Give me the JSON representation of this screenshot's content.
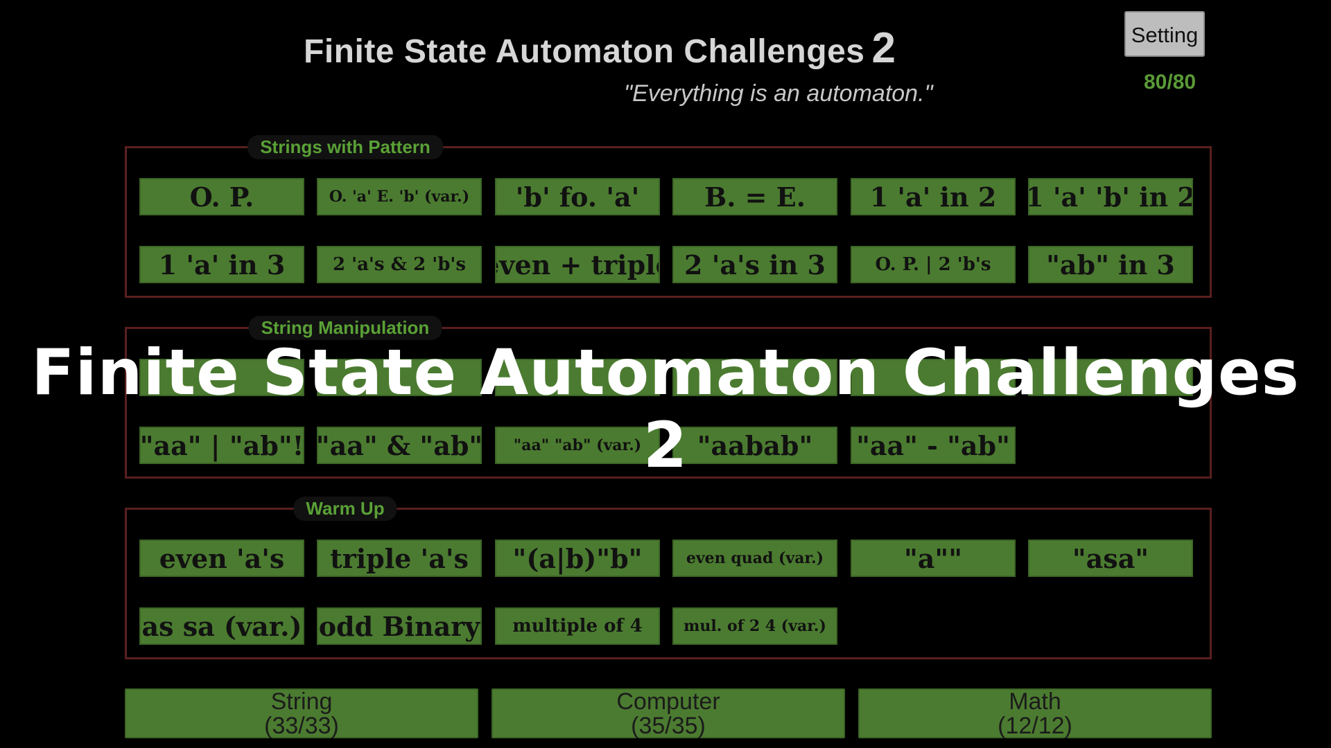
{
  "header": {
    "title": "Finite State Automaton Challenges",
    "title_number": "2",
    "tagline": "\"Everything is an automaton.\"",
    "setting_label": "Setting",
    "progress": "80/80"
  },
  "sections": [
    {
      "label": "Strings with Pattern",
      "levels": [
        {
          "label": "O. P.",
          "difficulty": "•"
        },
        {
          "label": "O. 'a' E. 'b' (var.)",
          "difficulty": "••"
        },
        {
          "label": "'b' fo. 'a'",
          "difficulty": "•"
        },
        {
          "label": "B. = E.",
          "difficulty": "•"
        },
        {
          "label": "1 'a' in 2",
          "difficulty": "•"
        },
        {
          "label": "1 'a' 'b' in 2",
          "difficulty": "•••"
        },
        {
          "label": "1 'a' in 3",
          "difficulty": "••"
        },
        {
          "label": "2 'a's & 2 'b's",
          "difficulty": "••"
        },
        {
          "label": "even + triple",
          "difficulty": "•••"
        },
        {
          "label": "2 'a's in 3",
          "difficulty": "•••"
        },
        {
          "label": "O. P. | 2 'b's",
          "difficulty": "••••"
        },
        {
          "label": "\"ab\" in 3",
          "difficulty": "••••"
        }
      ]
    },
    {
      "label": "String Manipulation",
      "levels": [
        {
          "label": "",
          "difficulty": ""
        },
        {
          "label": "",
          "difficulty": ""
        },
        {
          "label": "",
          "difficulty": "••••"
        },
        {
          "label": "",
          "difficulty": "•"
        },
        {
          "label": "",
          "difficulty": ""
        },
        {
          "label": "",
          "difficulty": "••"
        },
        {
          "label": "\"aa\" | \"ab\"!",
          "difficulty": "•••"
        },
        {
          "label": "\"aa\" & \"ab\"",
          "difficulty": "•••"
        },
        {
          "label": "\"aa\" \"ab\" (var.)",
          "difficulty": "•••"
        },
        {
          "label": "\"aabab\"",
          "difficulty": "•••"
        },
        {
          "label": "\"aa\" - \"ab\"",
          "difficulty": "•••"
        }
      ]
    },
    {
      "label": "Warm Up",
      "levels": [
        {
          "label": "even 'a's",
          "difficulty": "•"
        },
        {
          "label": "triple 'a's",
          "difficulty": "•"
        },
        {
          "label": "\"(a|b)\"b\"",
          "difficulty": "•"
        },
        {
          "label": "even quad (var.)",
          "difficulty": "•"
        },
        {
          "label": "\"a\"\"",
          "difficulty": "•"
        },
        {
          "label": "\"asa\"",
          "difficulty": "••"
        },
        {
          "label": "as sa (var.)",
          "difficulty": "••"
        },
        {
          "label": "odd Binary",
          "difficulty": "••"
        },
        {
          "label": "multiple of 4",
          "difficulty": "••"
        },
        {
          "label": "mul. of 2 4 (var.)",
          "difficulty": "••"
        }
      ]
    }
  ],
  "categories": [
    {
      "name": "String",
      "count": "(33/33)"
    },
    {
      "name": "Computer",
      "count": "(35/35)"
    },
    {
      "name": "Math",
      "count": "(12/12)"
    }
  ],
  "overlay": {
    "title": "Finite State Automaton Challenges 2"
  },
  "colors": {
    "background": "#000000",
    "button_green": "#4b7b30",
    "section_label_green": "#5aa136",
    "difficulty_dot_red": "#b3302c",
    "section_border": "#5a1f1f"
  }
}
